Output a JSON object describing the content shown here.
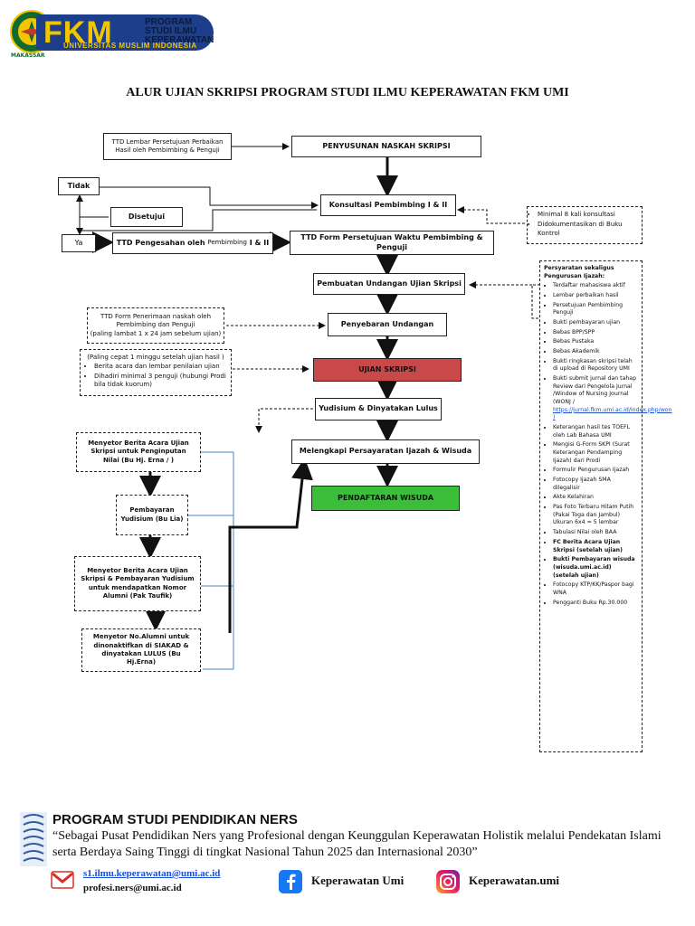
{
  "header": {
    "logo_main": "FKM",
    "logo_line1": "PROGRAM",
    "logo_line2": "STUDI ILMU",
    "logo_line3": "KEPERAWATAN",
    "logo_univ": "UNIVERSITAS MUSLIM INDONESIA",
    "seal_text": "MAKASSAR"
  },
  "title": "ALUR UJIAN SKRIPSI PROGRAM STUDI ILMU KEPERAWATAN FKM UMI",
  "nodes": {
    "ttd_perbaikan": "TTD Lembar Persetujuan Perbaikan Hasil oleh Pembimbing & Penguji",
    "penyusunan": "PENYUSUNAN NASKAH SKRIPSI",
    "tidak": "Tidak",
    "konsultasi": "Konsultasi Pembimbing I & II",
    "disetujui": "Disetujui",
    "ya": "Ya",
    "pengesahan_a": "TTD Pengesahan oleh",
    "pengesahan_b": "Pembimbing",
    "pengesahan_c": "I & II",
    "form_persetujuan": "TTD Form Persetujuan Waktu Pembimbing & Penguji",
    "pembuatan_undangan": "Pembuatan Undangan Ujian Skripsi",
    "penyebaran": "Penyebaran Undangan",
    "ujian": "UJIAN SKRIPSI",
    "yudisium": "Yudisium & Dinyatakan Lulus",
    "melengkapi": "Melengkapi Persayaratan Ijazah & Wisuda",
    "pendaftaran": "PENDAFTARAN WISUDA"
  },
  "notes": {
    "konsultasi": [
      "Minimal 8 kali konsultasi",
      "Didokumentasikan di Buku Kontrol"
    ],
    "penerimaan_1": "TTD Form Penerimaan naskah oleh",
    "penerimaan_2": "Pembimbing dan Penguji",
    "penerimaan_3": "(paling lambat 1 x 24 jam sebelum ujian)",
    "ujian_head": "(Paling cepat 1 minggu setelah ujian hasil )",
    "ujian_items": [
      "Berita acara dan lembar penilaian ujian",
      "Dihadiri minimal 3 penguji (hubungi Prodi bila tidak kuorum)"
    ]
  },
  "left_steps": {
    "s1": "Menyetor Berita Acara Ujian Skripsi untuk Penginputan Nilai (Bu Hj. Erna / )",
    "s2a": "Pembayaran",
    "s2b": "Yudisium (Bu Lia)",
    "s3": "Menyetor Berita Acara Ujian Skripsi & Pembayaran Yudisium untuk mendapatkan Nomor Alumni (Pak Taufik)",
    "s4": "Menyetor No.Alumni untuk dinonaktifkan di SIAKAD & dinyatakan LULUS (Bu Hj.Erna)"
  },
  "requirements": {
    "heading_1": "Persyaratan sekaligus",
    "heading_2": "Pengurusan Ijazah:",
    "items": [
      "Terdaftar mahasiswa aktif",
      "Lembar perbaikan hasil",
      "Persetujuan Pembimbing Penguji",
      "Bukti pembayaran ujian",
      "Bebas BPP/SPP",
      "Bebas Pustaka",
      "Bebas Akademik",
      "Bukti ringkasan skripsi telah di upload di Repository UMI",
      "Bukti submit jurnal dan tahap Review dari Pengelola Jurnal /Window of Nursing Journal (WONJ /",
      "Keterangan hasil tes TOEFL oleh Lab Bahasa UMI",
      "Mengisi G-Form SKPI (Surat Keterangan Pendamping Ijazah) dari Prodi",
      "Formulir Pengurusan Ijazah",
      "Fotocopy Ijazah SMA dilegalisir",
      "Akte Kelahiran",
      "Pas Foto Terbaru Hitam Putih (Pakai Toga dan Jambul) Ukuran 6x4 = 5 lembar",
      "Tabulasi Nilai oleh BAA",
      "FC Berita Acara Ujian Skripsi (setelah ujian)",
      "Bukti Pembayaran wisuda (wisuda.umi.ac.id) (setelah ujian)",
      "Fotocopy KTP/KK/Paspor bagi WNA",
      "Pengganti Buku Rp.30.000"
    ],
    "link": "https://jurnal.fkm.umi.ac.id/index.php/won )"
  },
  "footer": {
    "title": "PROGRAM STUDI PENDIDIKAN NERS",
    "motto": "“Sebagai Pusat Pendidikan Ners yang Profesional dengan Keunggulan Keperawatan Holistik melalui Pendekatan Islami serta Berdaya Saing Tinggi di tingkat Nasional Tahun 2025 dan Internasional 2030”",
    "email1": "s1.ilmu.keperawatan@umi.ac.id",
    "email2": "profesi.ners@umi.ac.id",
    "facebook": "Keperawatan Umi",
    "instagram": "Keperawatan.umi"
  },
  "colors": {
    "ujian_fill": "#c9494b",
    "wisuda_fill": "#3bbf3b",
    "logo_blue": "#1d3e8a",
    "logo_yellow": "#f2c500",
    "connector_blue": "#4a86c8"
  }
}
